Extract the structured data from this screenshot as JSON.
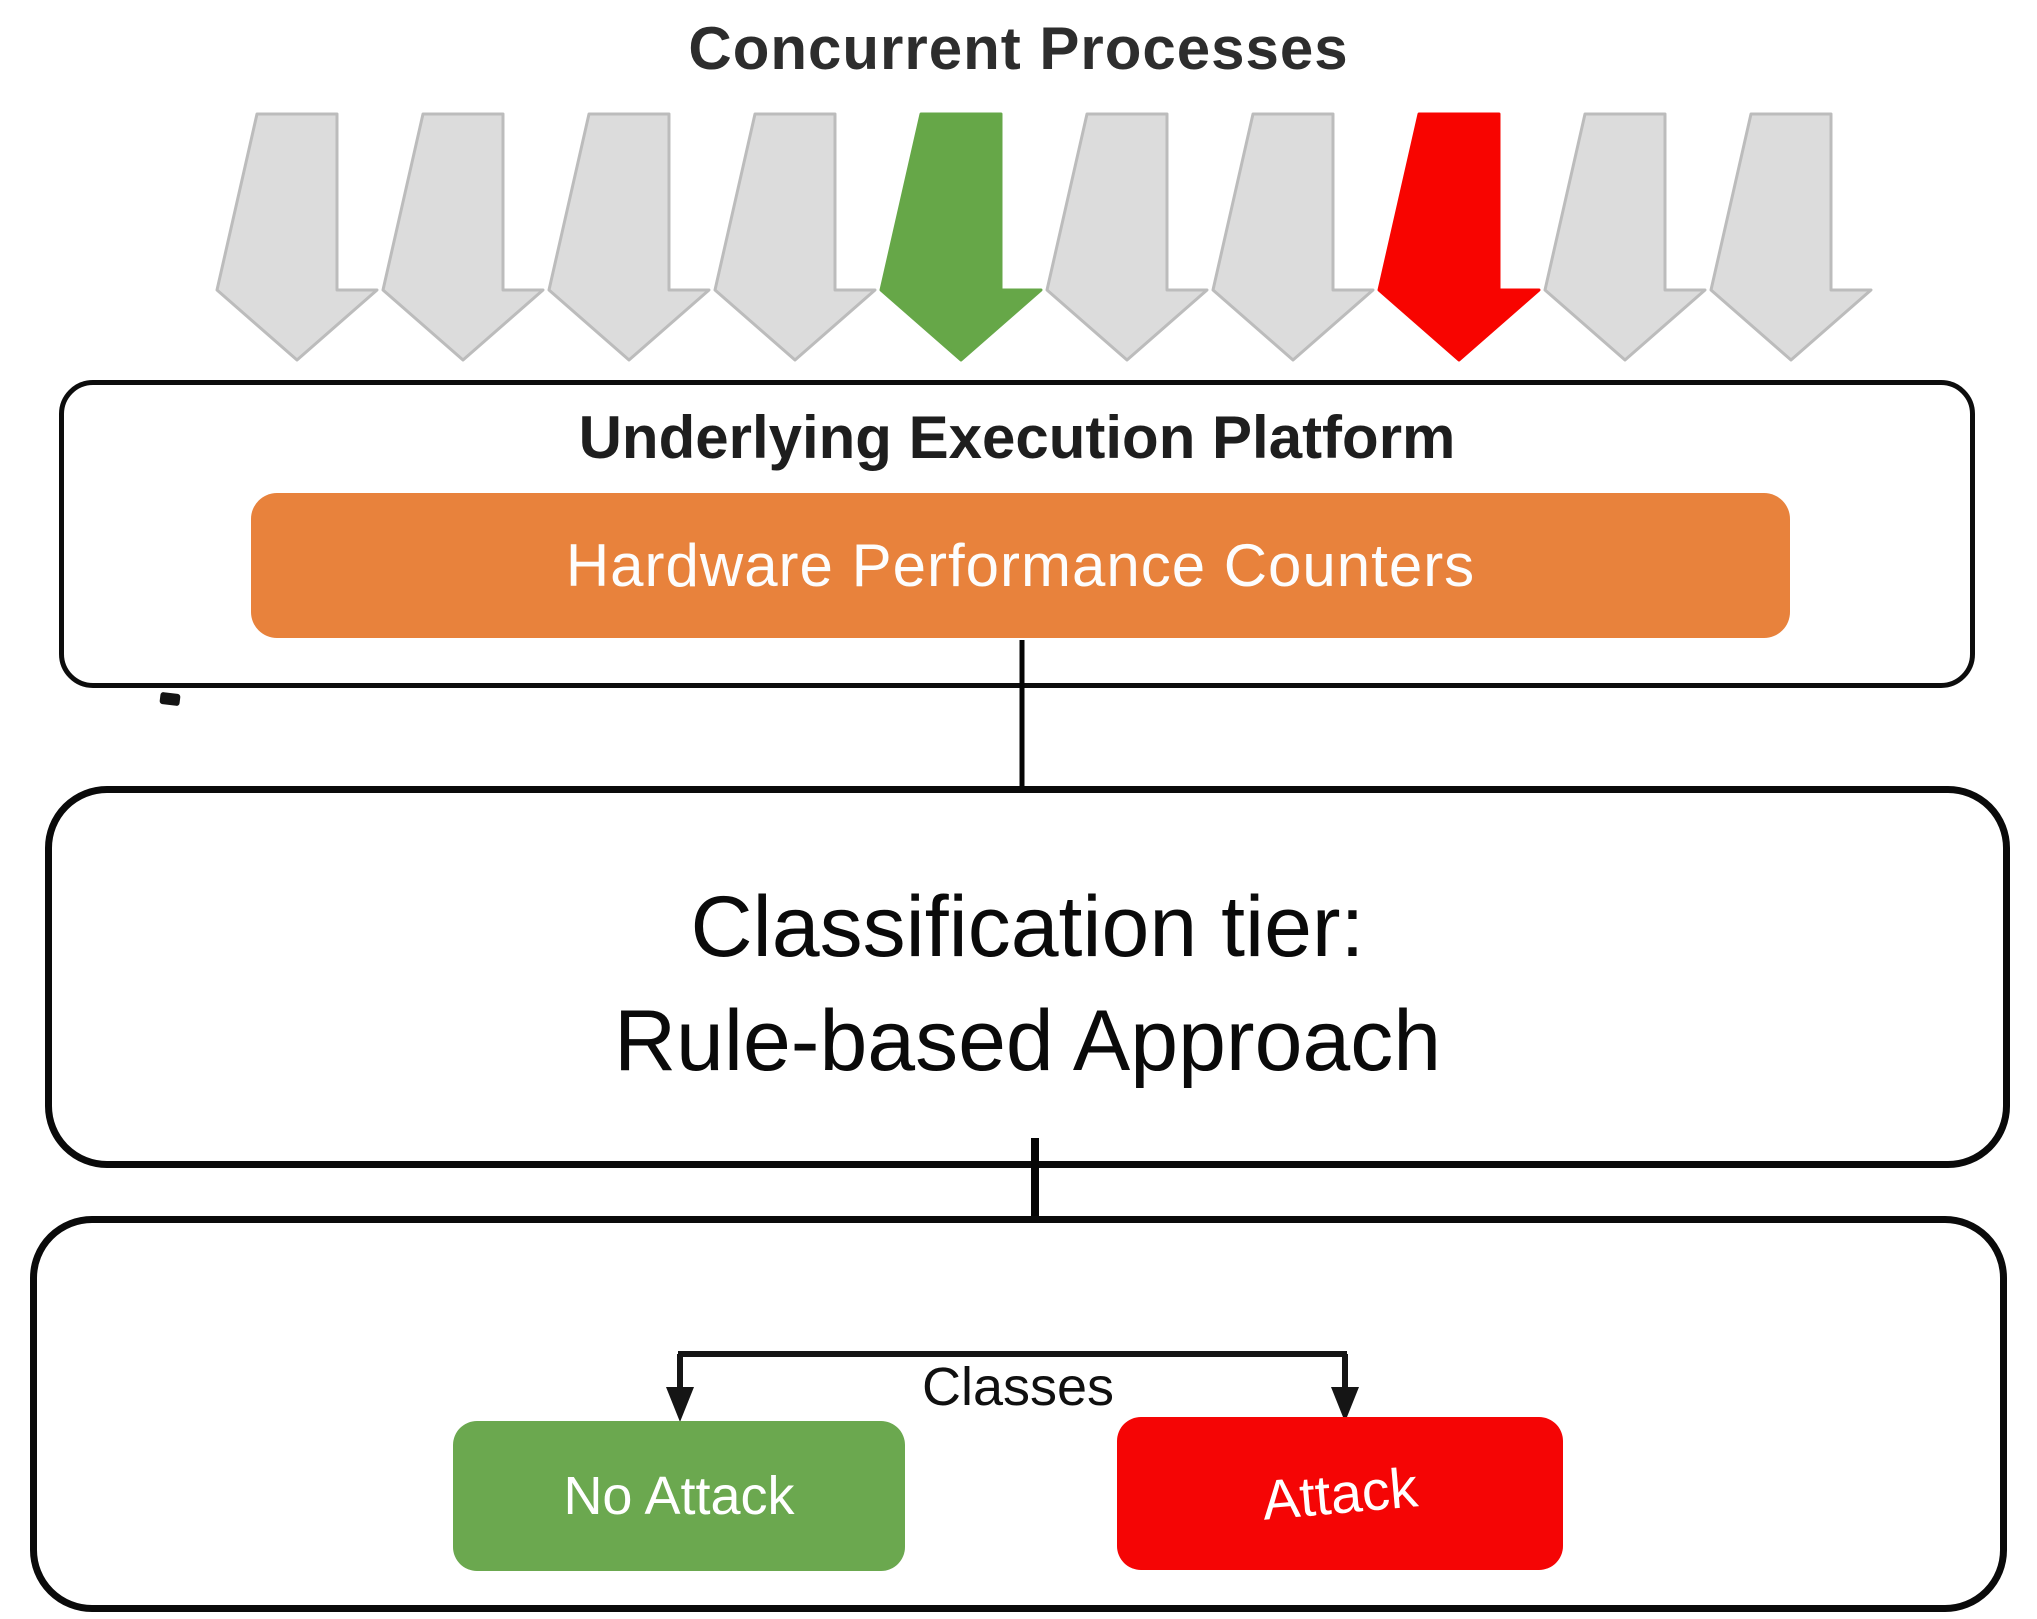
{
  "title": "Concurrent Processes",
  "arrows": {
    "sequence": [
      "gray",
      "gray",
      "gray",
      "gray",
      "green",
      "gray",
      "gray",
      "red",
      "gray",
      "gray"
    ]
  },
  "platform": {
    "label": "Underlying Execution Platform",
    "counter_label": "Hardware Performance Counters"
  },
  "classification": {
    "line1": "Classification tier:",
    "line2": "Rule-based Approach"
  },
  "output": {
    "classes_label": "Classes",
    "no_attack": "No Attack",
    "attack": "Attack"
  },
  "colors": {
    "gray_arrow_fill": "#dcdcdc",
    "gray_arrow_stroke": "#bcbcbc",
    "green_arrow": "#66a748",
    "red_arrow": "#f80400",
    "orange": "#e8823c",
    "no_attack_bg": "#6ba84f",
    "attack_bg": "#f50505"
  }
}
